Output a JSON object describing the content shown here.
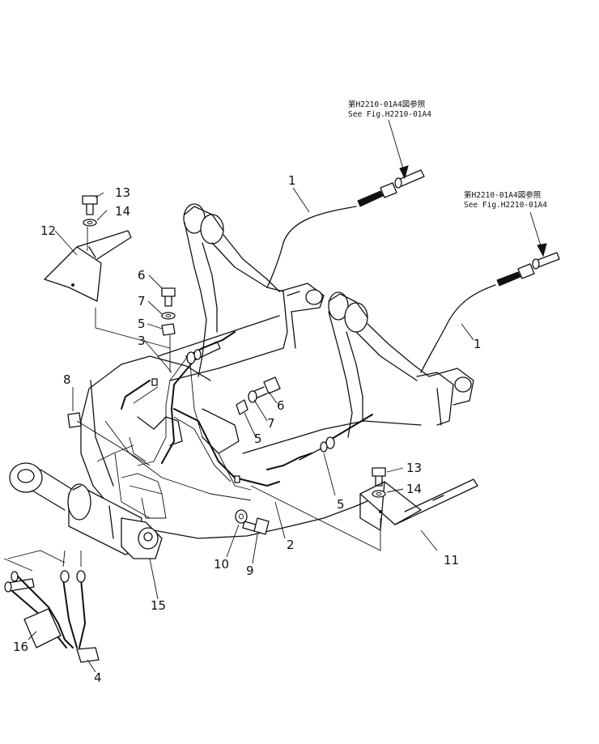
{
  "references": {
    "top": {
      "jp": "第H2210-01A4図参照",
      "en": "See Fig.H2210-01A4"
    },
    "right": {
      "jp": "第H2210-01A4図参照",
      "en": "See Fig.H2210-01A4"
    }
  },
  "callouts": [
    {
      "id": "1a",
      "label": "1"
    },
    {
      "id": "1b",
      "label": "1"
    },
    {
      "id": "2",
      "label": "2"
    },
    {
      "id": "3",
      "label": "3"
    },
    {
      "id": "4",
      "label": "4"
    },
    {
      "id": "5a",
      "label": "5"
    },
    {
      "id": "5b",
      "label": "5"
    },
    {
      "id": "5c",
      "label": "5"
    },
    {
      "id": "6a",
      "label": "6"
    },
    {
      "id": "6b",
      "label": "6"
    },
    {
      "id": "7a",
      "label": "7"
    },
    {
      "id": "7b",
      "label": "7"
    },
    {
      "id": "8",
      "label": "8"
    },
    {
      "id": "9",
      "label": "9"
    },
    {
      "id": "10",
      "label": "10"
    },
    {
      "id": "11",
      "label": "11"
    },
    {
      "id": "12",
      "label": "12"
    },
    {
      "id": "13a",
      "label": "13"
    },
    {
      "id": "13b",
      "label": "13"
    },
    {
      "id": "14a",
      "label": "14"
    },
    {
      "id": "14b",
      "label": "14"
    },
    {
      "id": "15",
      "label": "15"
    },
    {
      "id": "16",
      "label": "16"
    }
  ]
}
